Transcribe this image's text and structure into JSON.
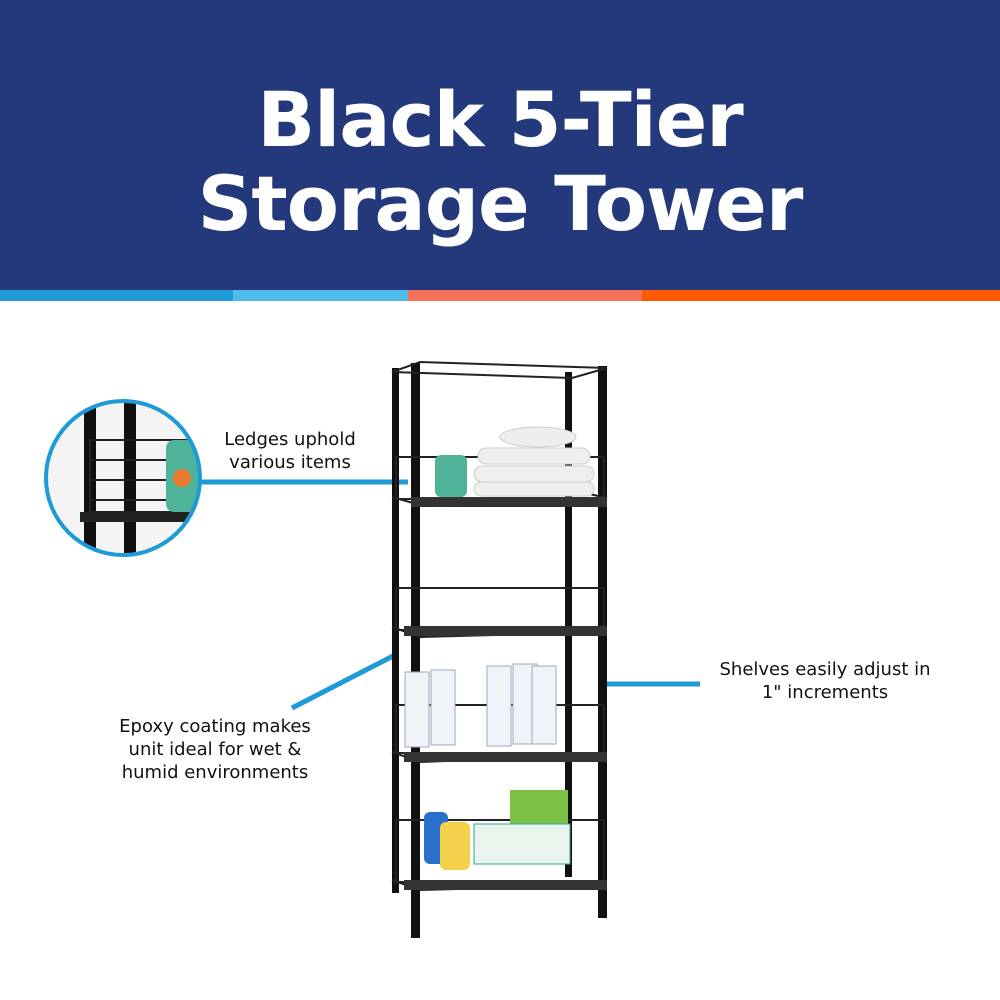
{
  "title_line1": "Black 5-Tier",
  "title_line2": "Storage Tower",
  "colors": {
    "banner": "#24397c",
    "stripe": [
      "#1e9ad6",
      "#4dbbeb",
      "#f4725a",
      "#ff5a00"
    ],
    "callout": "#1e9ad6"
  },
  "callouts": {
    "ledges": [
      "Ledges uphold",
      "various items"
    ],
    "epoxy": [
      "Epoxy coating makes",
      "unit ideal for wet &",
      "humid environments"
    ],
    "shelves": [
      "Shelves easily adjust in",
      "1\" increments"
    ]
  }
}
